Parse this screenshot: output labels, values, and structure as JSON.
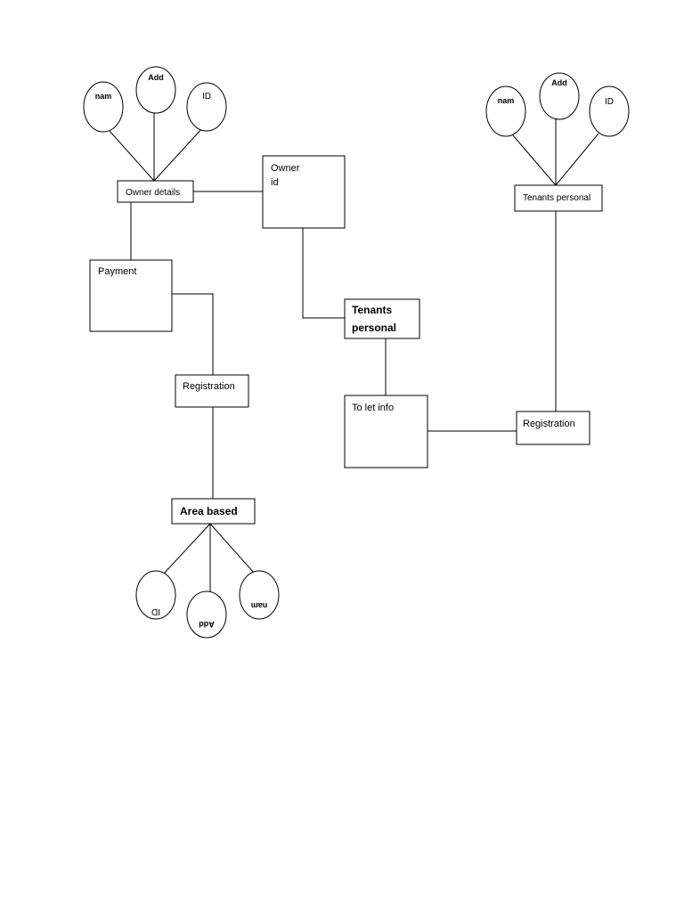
{
  "entities": {
    "owner_details": "Owner details",
    "owner_id": [
      "Owner",
      "id"
    ],
    "payment": "Payment",
    "registration_left": "Registration",
    "area_based": "Area based",
    "tenants_personal_mid": [
      "Tenants",
      "personal"
    ],
    "to_let_info": "To let info",
    "registration_right": "Registration",
    "tenants_personal_top": "Tenants personal"
  },
  "attributes": {
    "owner": [
      "nam",
      "Add",
      "ID"
    ],
    "tenants": [
      "nam",
      "Add",
      "ID"
    ],
    "area_based_flipped": [
      "ID",
      "Add",
      "nam"
    ]
  }
}
